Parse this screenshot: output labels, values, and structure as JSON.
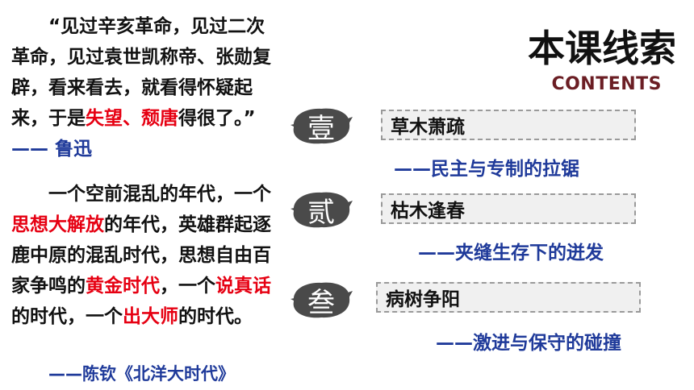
{
  "quote1": {
    "open": "“见过辛亥革命，见过二次革命，见过袁世凯称帝、张勋复辟，看来看去，就看得怀疑起来，于是",
    "red1": "失望",
    "sep": "、",
    "red2": "颓唐",
    "close": "得很了。”",
    "author": "—— 鲁迅"
  },
  "quote2": {
    "p1": "一个空前混乱的年代，一个",
    "r1": "思想大解放",
    "p2": "的年代，英雄群起逐鹿中原的混乱时代，思想自由百家争鸣的",
    "r2": "黄金时代",
    "p3": "，一个",
    "r3": "说真话",
    "p4": "的时代，一个",
    "r4": "出大师",
    "p5": "的时代。",
    "source": "——陈钦《北洋大时代》"
  },
  "header": {
    "title": "本课线索",
    "subtitle": "CONTENTS"
  },
  "outline": [
    {
      "numeral": "壹",
      "label": "草木萧疏",
      "subtitle": "——民主与专制的拉锯"
    },
    {
      "numeral": "贰",
      "label": "枯木逢春",
      "subtitle": "——夹缝生存下的迸发"
    },
    {
      "numeral": "叁",
      "label": "病树争阳",
      "subtitle": "——激进与保守的碰撞"
    }
  ],
  "colors": {
    "highlight": "#e60012",
    "accent_blue": "#1f3a9a",
    "contents": "#6b1e24",
    "brush": "#4a4a4a"
  }
}
